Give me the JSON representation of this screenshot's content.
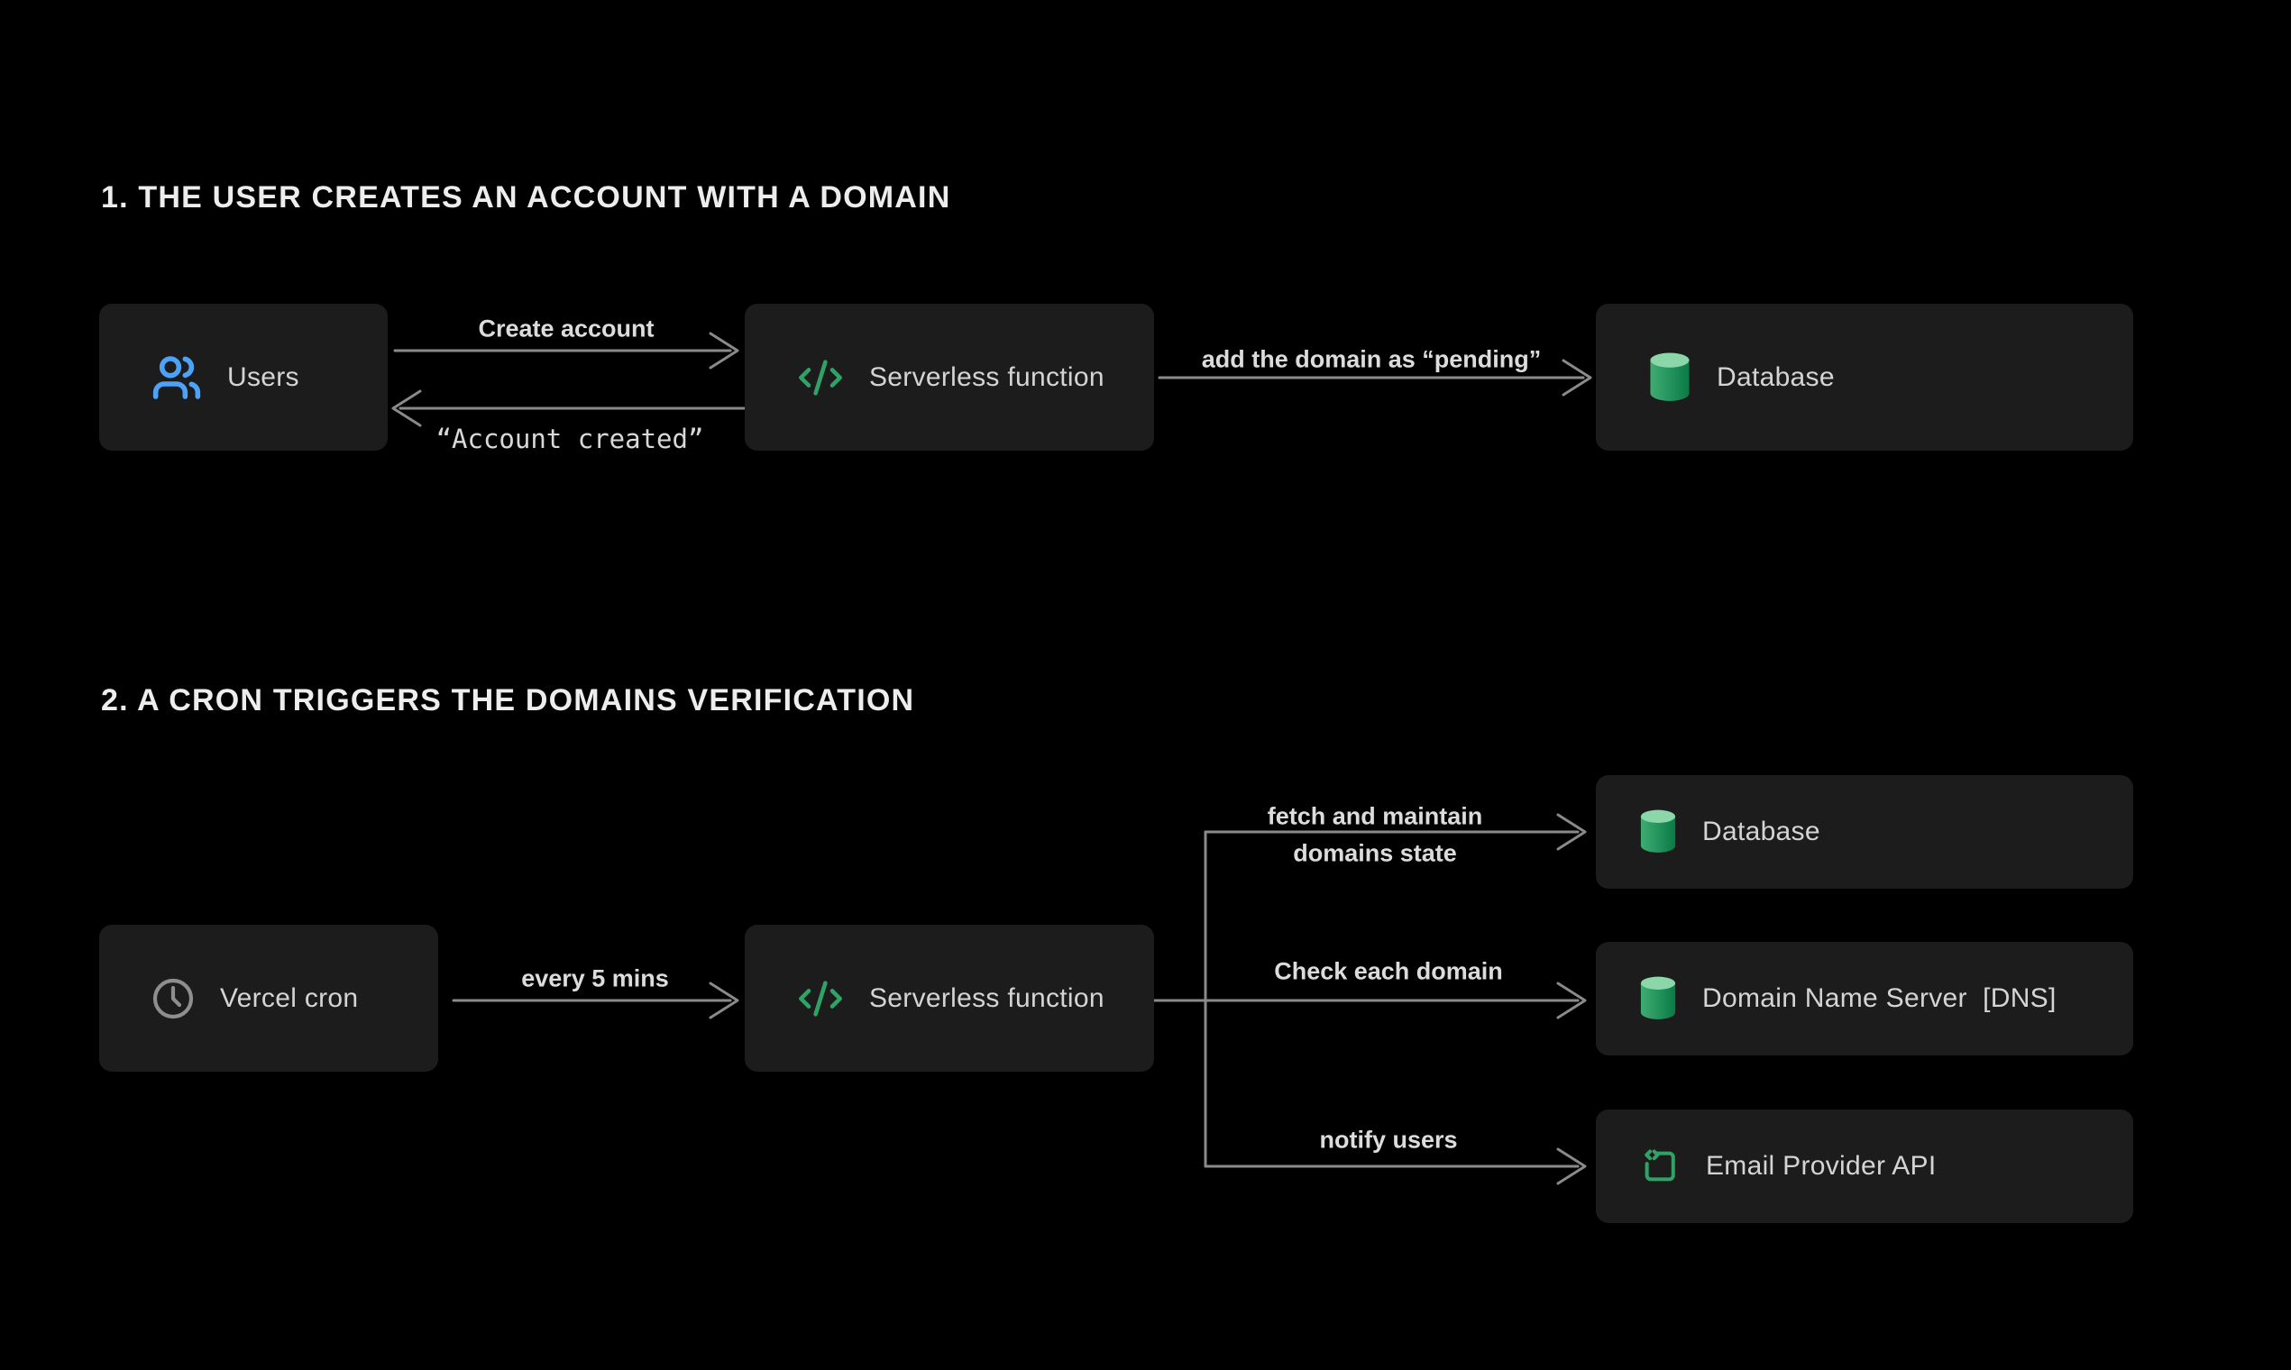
{
  "sections": {
    "one": {
      "title": "1. THE USER CREATES AN ACCOUNT WITH A DOMAIN"
    },
    "two": {
      "title": "2. A CRON TRIGGERS THE DOMAINS VERIFICATION"
    }
  },
  "nodes": {
    "users": {
      "label": "Users",
      "icon": "users-icon"
    },
    "serverless1": {
      "label": "Serverless function",
      "icon": "code-icon"
    },
    "database1": {
      "label": "Database",
      "icon": "database-icon"
    },
    "vercelCron": {
      "label": "Vercel cron",
      "icon": "clock-icon"
    },
    "serverless2": {
      "label": "Serverless function",
      "icon": "code-icon"
    },
    "database2": {
      "label": "Database",
      "icon": "database-icon"
    },
    "dns": {
      "label": "Domain Name Server  [DNS]",
      "icon": "database-icon"
    },
    "emailProvider": {
      "label": "Email Provider API",
      "icon": "email-template-icon"
    }
  },
  "edges": {
    "createAccount": {
      "label": "Create account"
    },
    "accountCreated": {
      "label": "“Account created”"
    },
    "addDomainPending": {
      "label": "add the domain as “pending”"
    },
    "every5Mins": {
      "label": "every 5 mins"
    },
    "fetchMaintain": {
      "line1": "fetch and maintain",
      "line2": "domains state"
    },
    "checkEachDomain": {
      "label": "Check each domain"
    },
    "notifyUsers": {
      "label": "notify users"
    }
  },
  "colors": {
    "background": "#000000",
    "node_background": "#1c1c1c",
    "node_text": "#d4d4d4",
    "title_text": "#ededed",
    "edge_line": "#8a8a8a",
    "edge_label": "#dcdcdc",
    "accent_blue": "#4BA2F7",
    "accent_green": "#2FA266",
    "cylinder_top": "#8BD7A9",
    "cylinder_body_dark": "#0A7A46",
    "connector_dot": "#8f8f8f"
  }
}
